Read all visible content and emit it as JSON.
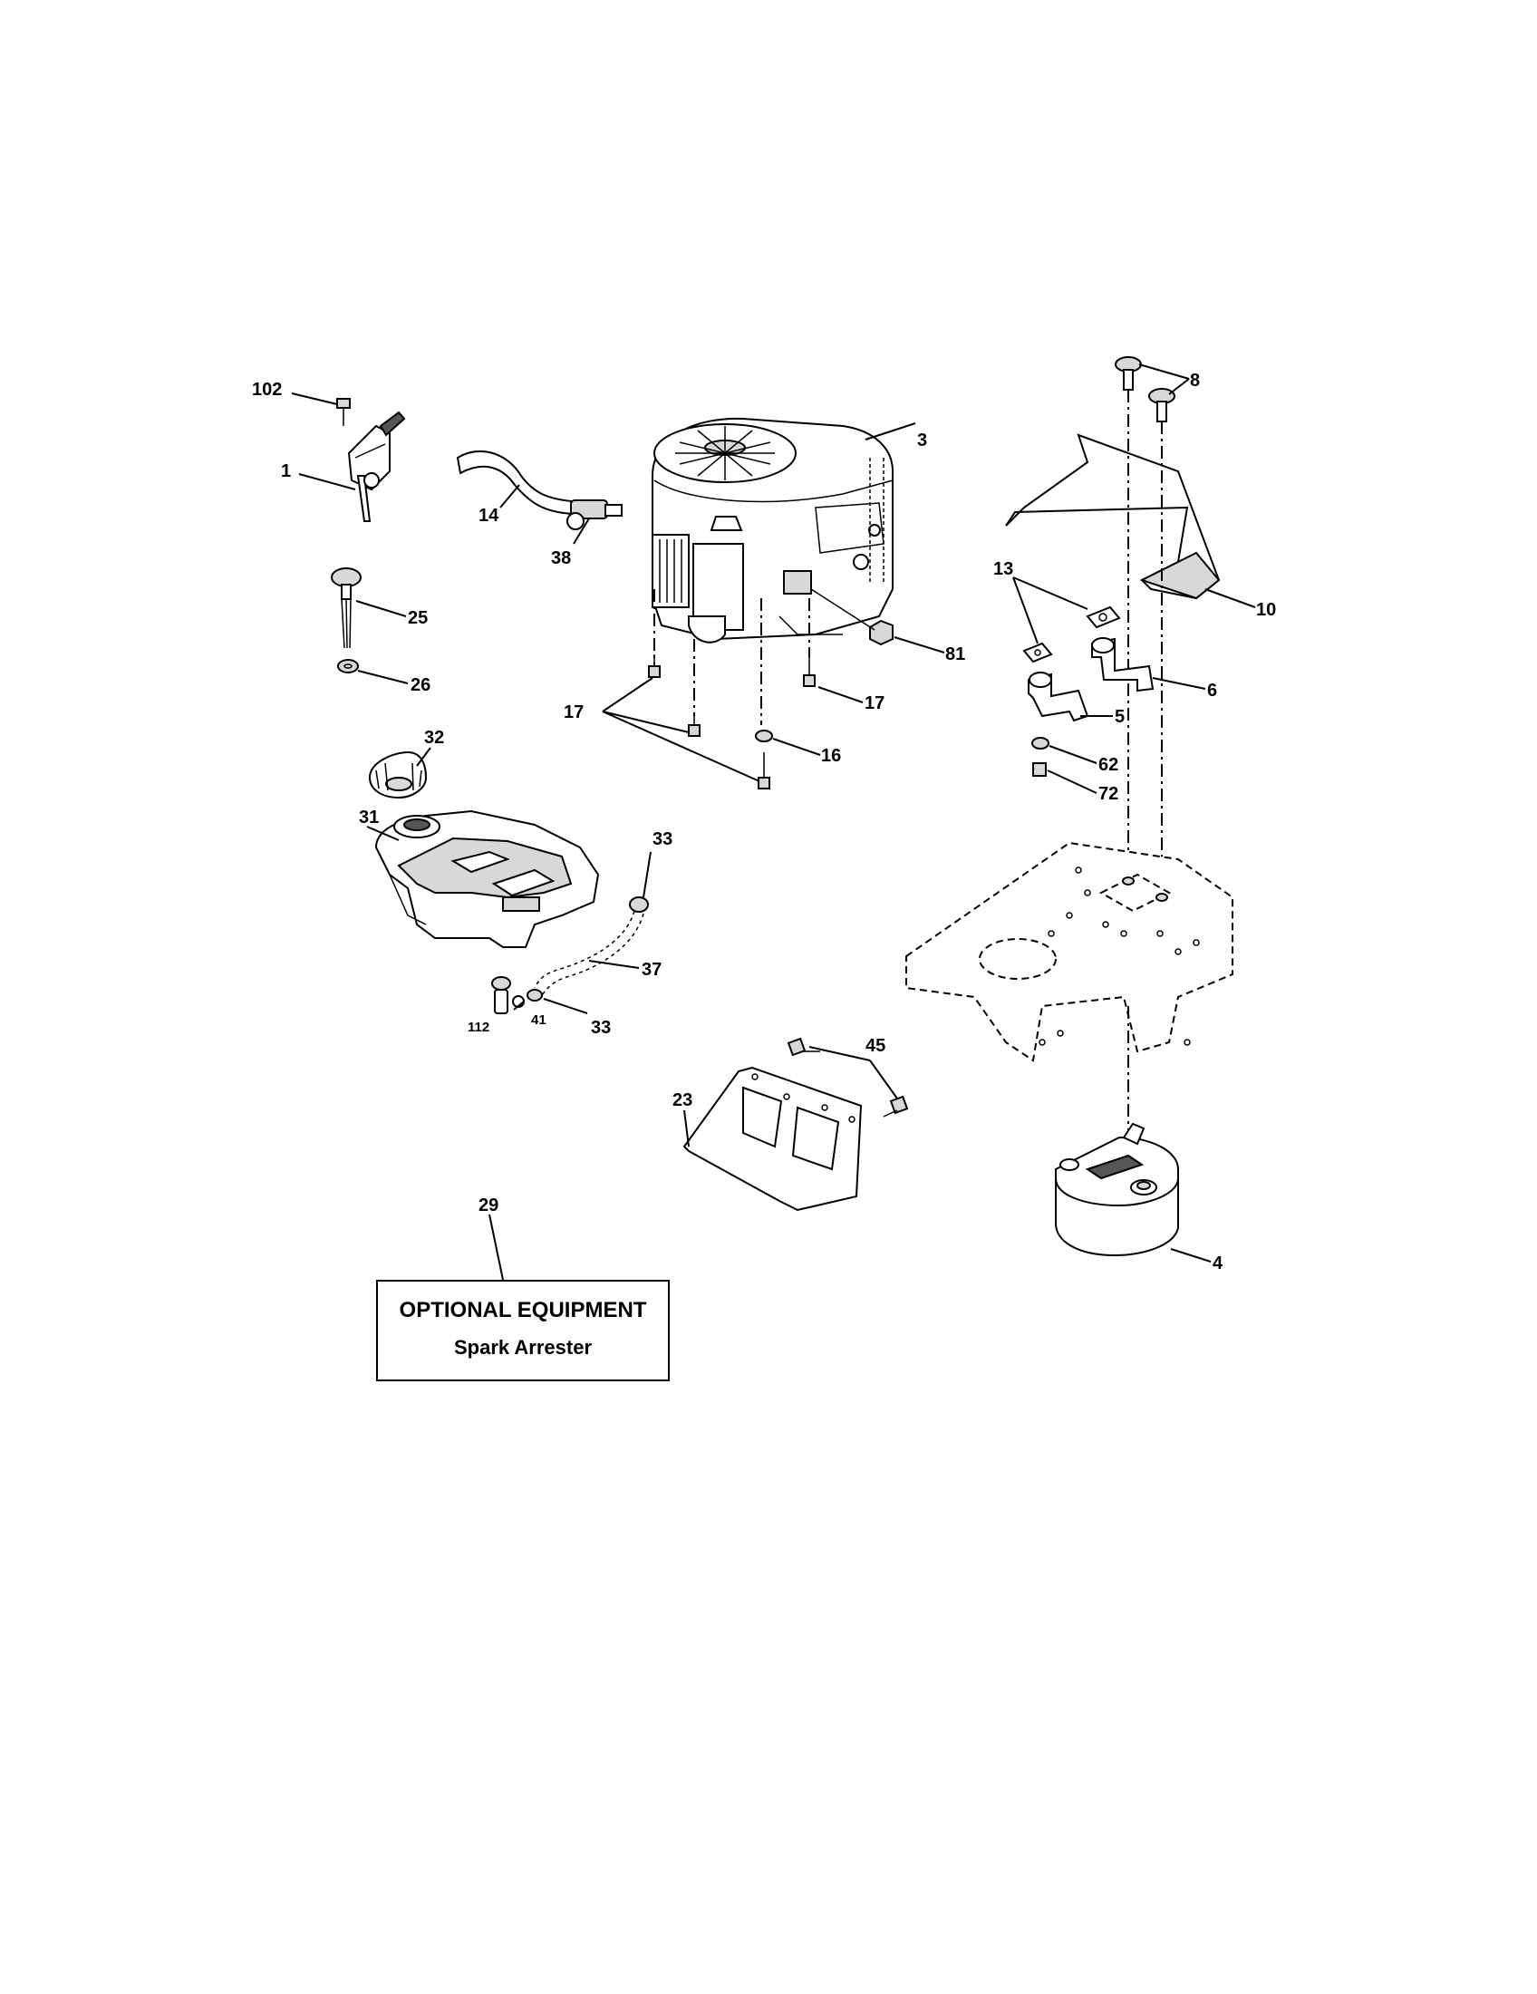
{
  "callouts": {
    "c102": "102",
    "c1": "1",
    "c25": "25",
    "c26": "26",
    "c14": "14",
    "c38": "38",
    "c3": "3",
    "c81": "81",
    "c17a": "17",
    "c17b": "17",
    "c16": "16",
    "c8": "8",
    "c10": "10",
    "c13": "13",
    "c6": "6",
    "c5": "5",
    "c62": "62",
    "c72": "72",
    "c32": "32",
    "c31": "31",
    "c33a": "33",
    "c37": "37",
    "c112": "112",
    "c41": "41",
    "c33b": "33",
    "c45": "45",
    "c23": "23",
    "c29": "29",
    "c4": "4"
  },
  "optional_box": {
    "title": "OPTIONAL EQUIPMENT",
    "subtitle": "Spark Arrester"
  }
}
